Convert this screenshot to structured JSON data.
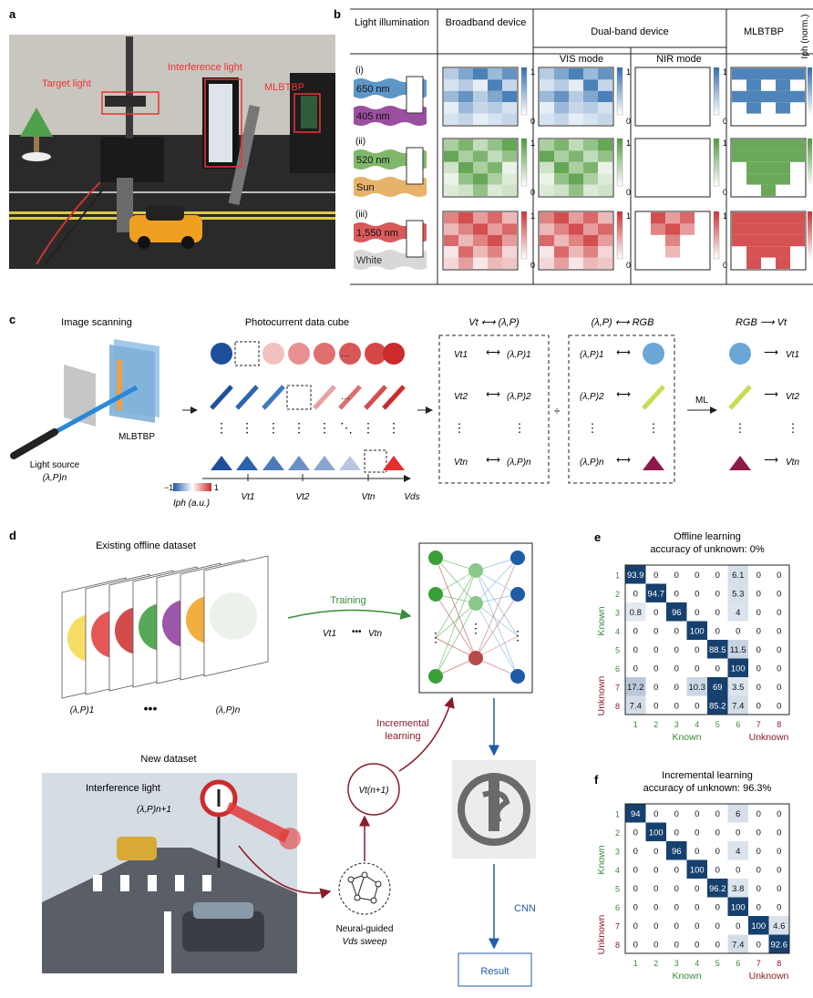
{
  "panel_labels": {
    "a": "a",
    "b": "b",
    "c": "c",
    "d": "d",
    "e": "e",
    "f": "f"
  },
  "panel_a": {
    "target_light": "Target light",
    "interference_light": "Interference light",
    "mlbtbp": "MLBTBP"
  },
  "panel_b": {
    "headers": {
      "light_illumination": "Light illumination",
      "broadband": "Broadband device",
      "dual_band": "Dual-band device",
      "vis_mode": "VIS mode",
      "nir_mode": "NIR mode",
      "mlbtbp": "MLBTBP",
      "iph_norm": "Iph (norm.)"
    },
    "rows": [
      {
        "index": "(i)",
        "lights": [
          "650 nm",
          "405 nm"
        ],
        "colors": [
          "#5f96c8",
          "#9a4f9f"
        ],
        "accent": "#2f6eae"
      },
      {
        "index": "(ii)",
        "lights": [
          "520 nm",
          "Sun"
        ],
        "colors": [
          "#7fb86a",
          "#e7b36a"
        ],
        "accent": "#4f9a3c"
      },
      {
        "index": "(iii)",
        "lights": [
          "1,550 nm",
          "White"
        ],
        "colors": [
          "#d85a5a",
          "#d8d8d8"
        ],
        "accent": "#cc3333"
      }
    ],
    "scale_max": "1",
    "scale_min": "0"
  },
  "panel_c": {
    "image_scanning": "Image scanning",
    "photocurrent_data_cube": "Photocurrent data cube",
    "mlbtbp": "MLBTBP",
    "light_source": "Light source",
    "light_source_sub": "(λ,P)n",
    "colorbar_min": "−1",
    "colorbar_max": "1",
    "colorbar_label": "Iph (a.u.)",
    "axis_ticks": [
      "Vt1",
      "Vt2",
      "Vtn",
      "Vds"
    ],
    "box1_title": "Vt ⟷ (λ,P)",
    "box2_title": "(λ,P) ⟷ RGB",
    "box3_title": "RGB ⟶ Vt",
    "box1_rows": [
      [
        "Vt1",
        "(λ,P)1"
      ],
      [
        "Vt2",
        "(λ,P)2"
      ],
      [
        "Vtn",
        "(λ,P)n"
      ]
    ],
    "box2_rows": [
      "(λ,P)1",
      "(λ,P)2",
      "(λ,P)n"
    ],
    "box3_rows": [
      "Vt1",
      "Vt2",
      "Vtn"
    ],
    "ml": "ML",
    "shape_colors": [
      "#1f5ca8",
      "#6aa7d6",
      "#e68a8a",
      "#cc2b2b",
      "#8b1a4a"
    ]
  },
  "panel_d": {
    "existing_dataset": "Existing offline dataset",
    "training": "Training",
    "vt1": "Vt1",
    "dots": "•••",
    "vtn": "Vtn",
    "lp1": "(λ,P)1",
    "lpn": "(λ,P)n",
    "dots_big": "•••",
    "new_dataset": "New dataset",
    "interference_light": "Interference light",
    "lpn1": "(λ,P)n+1",
    "incremental_learning": "Incremental learning",
    "vtn1": "Vt(n+1)",
    "neural_guided": "Neural-guided",
    "vds_sweep": "Vds sweep",
    "cnn": "CNN",
    "result": "Result"
  },
  "panel_e": {
    "title_line1": "Offline learning",
    "title_line2": "accuracy of unknown: 0%",
    "row_labels": [
      "1",
      "2",
      "3",
      "4",
      "5",
      "6",
      "7",
      "8"
    ],
    "col_labels": [
      "1",
      "2",
      "3",
      "4",
      "5",
      "6",
      "7",
      "8"
    ],
    "known": "Known",
    "unknown": "Unknown",
    "matrix": [
      [
        "93.9",
        "0",
        "0",
        "0",
        "0",
        "6.1",
        "0",
        "0"
      ],
      [
        "0",
        "94.7",
        "0",
        "0",
        "0",
        "5.3",
        "0",
        "0"
      ],
      [
        "0.8",
        "0",
        "96",
        "0",
        "0",
        "4",
        "0",
        "0"
      ],
      [
        "0",
        "0",
        "0",
        "100",
        "0",
        "0",
        "0",
        "0"
      ],
      [
        "0",
        "0",
        "0",
        "0",
        "88.5",
        "11.5",
        "0",
        "0"
      ],
      [
        "0",
        "0",
        "0",
        "0",
        "0",
        "100",
        "0",
        "0"
      ],
      [
        "17.2",
        "0",
        "0",
        "10.3",
        "69",
        "3.5",
        "0",
        "0"
      ],
      [
        "7.4",
        "0",
        "0",
        "0",
        "85.2",
        "7.4",
        "0",
        "0"
      ]
    ]
  },
  "panel_f": {
    "title_line1": "Incremental learning",
    "title_line2": "accuracy of unknown: 96.3%",
    "row_labels": [
      "1",
      "2",
      "3",
      "4",
      "5",
      "6",
      "7",
      "8"
    ],
    "col_labels": [
      "1",
      "2",
      "3",
      "4",
      "5",
      "6",
      "7",
      "8"
    ],
    "known": "Known",
    "unknown": "Unknown",
    "matrix": [
      [
        "94",
        "0",
        "0",
        "0",
        "0",
        "6",
        "0",
        "0"
      ],
      [
        "0",
        "100",
        "0",
        "0",
        "0",
        "0",
        "0",
        "0"
      ],
      [
        "0",
        "0",
        "96",
        "0",
        "0",
        "4",
        "0",
        "0"
      ],
      [
        "0",
        "0",
        "0",
        "100",
        "0",
        "0",
        "0",
        "0"
      ],
      [
        "0",
        "0",
        "0",
        "0",
        "96.2",
        "3.8",
        "0",
        "0"
      ],
      [
        "0",
        "0",
        "0",
        "0",
        "0",
        "100",
        "0",
        "0"
      ],
      [
        "0",
        "0",
        "0",
        "0",
        "0",
        "0",
        "100",
        "4.6"
      ],
      [
        "0",
        "0",
        "0",
        "0",
        "0",
        "7.4",
        "0",
        "92.6"
      ]
    ]
  }
}
